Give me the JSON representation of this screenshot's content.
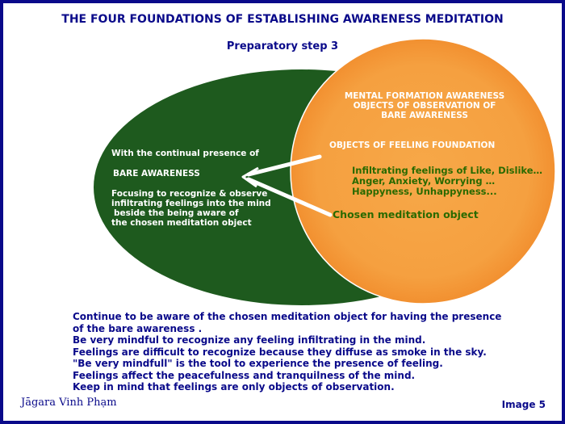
{
  "title": "THE FOUR FOUNDATIONS OF ESTABLISHING AWARENESS MEDITATION",
  "subtitle": "Preparatory step 3",
  "green_ellipse": {
    "line1": "With the continual presence of",
    "line2": "BARE AWARENESS",
    "line3": "Focusing to recognize & observe",
    "line4": "infiltrating feelings into the mind",
    "line5": "beside  the being aware of",
    "line6": "the chosen meditation object"
  },
  "orange_circle": {
    "header1": "MENTAL FORMATION AWARENESS",
    "header2": "OBJECTS OF OBSERVATION OF",
    "header3": "BARE AWARENESS",
    "feeling_foundation": "OBJECTS OF FEELING FOUNDATION",
    "feelings1": "Infiltrating feelings of Like, Dislike…",
    "feelings2": "Anger, Anxiety, Worrying …",
    "feelings3": "Happyness, Unhappyness...",
    "chosen_object": "Chosen meditation object"
  },
  "bottom_lines": [
    "Continue to be aware of the chosen meditation object for having the presence",
    "of the bare awareness .",
    "Be very mindful to recognize any feeling infiltrating in the mind.",
    "Feelings are difficult to recognize because they diffuse as smoke in the sky.",
    "\"Be very mindfull\" is the tool to experience the presence of feeling.",
    "Feelings affect the peacefulness and tranquilness of the mind.",
    "Keep in mind that feelings are only objects of observation."
  ],
  "author": "Jāgara Vinh Phạm",
  "image_label": "Image 5",
  "colors": {
    "border": "#0a0a8a",
    "green": "#1e5a1e",
    "orange": "#f5a040",
    "text_blue": "#0a0a8a",
    "text_green": "#2a6a00"
  }
}
